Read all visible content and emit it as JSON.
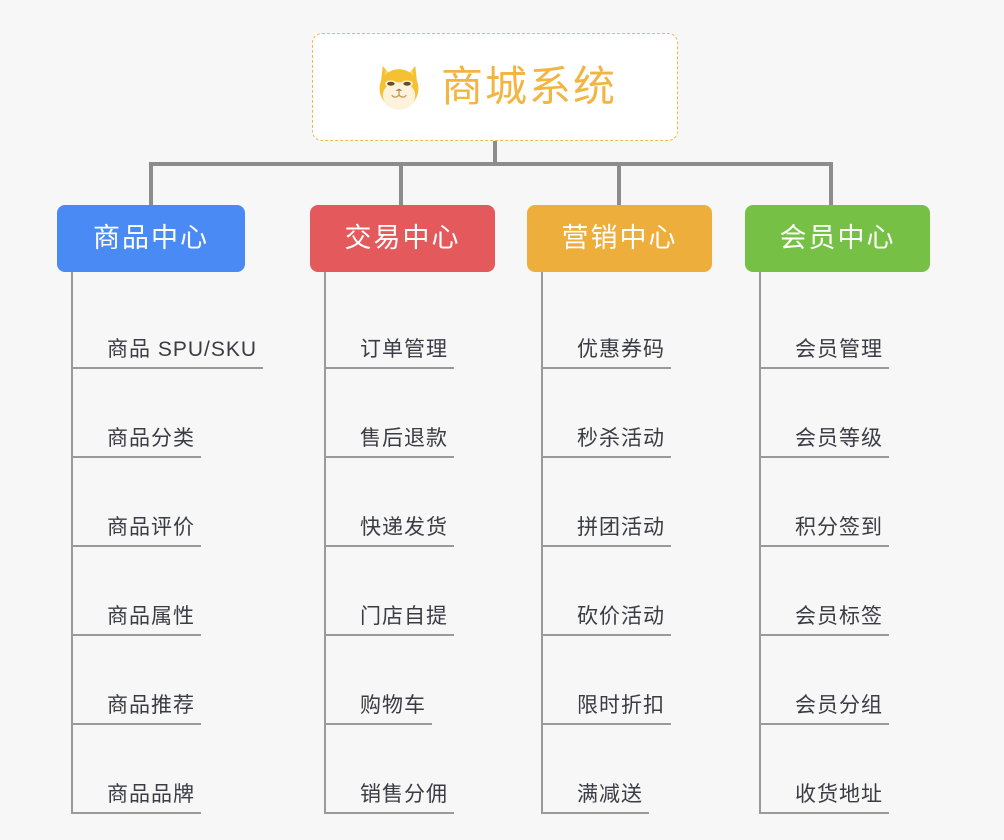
{
  "background_color": "#f7f7f7",
  "root": {
    "title": "商城系统",
    "icon": "shiba-dog-face-emoji",
    "text_color": "#f2b544",
    "border_color": "#f0b84a",
    "background_color": "#ffffff"
  },
  "connector_color": "#8c8c8c",
  "columns": [
    {
      "header": "商品中心",
      "color": "#4a8af4",
      "items": [
        "商品 SPU/SKU",
        "商品分类",
        "商品评价",
        "商品属性",
        "商品推荐",
        "商品品牌"
      ]
    },
    {
      "header": "交易中心",
      "color": "#e4595b",
      "items": [
        "订单管理",
        "售后退款",
        "快递发货",
        "门店自提",
        "购物车",
        "销售分佣"
      ]
    },
    {
      "header": "营销中心",
      "color": "#eeae3c",
      "items": [
        "优惠券码",
        "秒杀活动",
        "拼团活动",
        "砍价活动",
        "限时折扣",
        "满减送"
      ]
    },
    {
      "header": "会员中心",
      "color": "#76c145",
      "items": [
        "会员管理",
        "会员等级",
        "积分签到",
        "会员标签",
        "会员分组",
        "收货地址"
      ]
    }
  ]
}
